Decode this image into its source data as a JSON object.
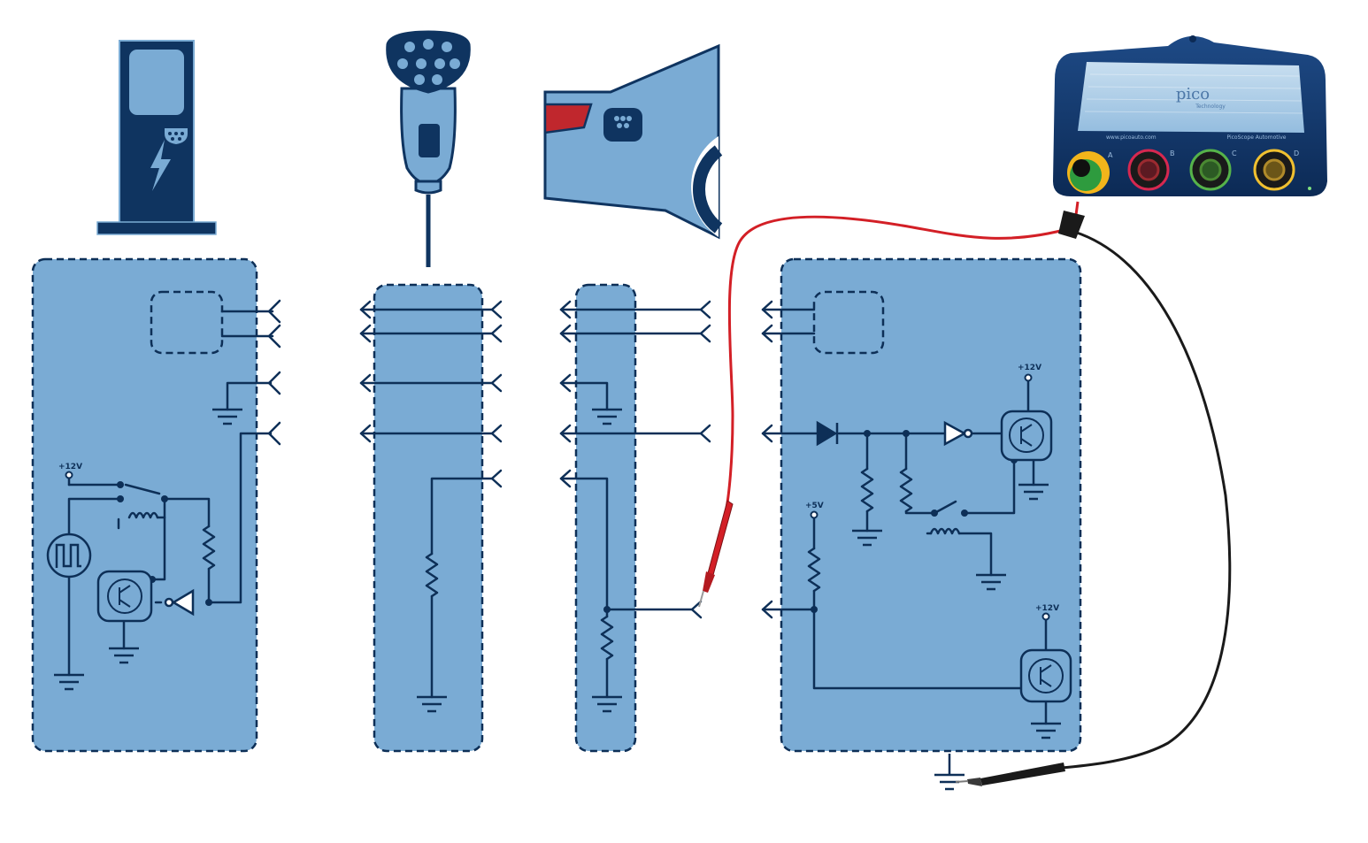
{
  "labels": {
    "supply_12v_station": "+12V",
    "supply_12v_vehicle_top": "+12V",
    "supply_5v_vehicle": "+5V",
    "supply_12v_vehicle_bottom": "+12V"
  },
  "scope": {
    "brand": "pico",
    "sub_brand": "Technology",
    "url": "www.picoauto.com",
    "model": "PicoScope Automotive",
    "channels": [
      "A",
      "B",
      "C",
      "D"
    ]
  },
  "colors": {
    "panel_fill": "#7aabd4",
    "line_color": "#0d2f57",
    "dark_navy": "#0f3460",
    "red_lead": "#d31f26",
    "black_lead": "#1a1a1a",
    "car_light": "#c0272d"
  },
  "icons": [
    "charging-station-icon",
    "charging-plug-icon",
    "vehicle-inlet-icon",
    "picoscope-device-icon"
  ]
}
